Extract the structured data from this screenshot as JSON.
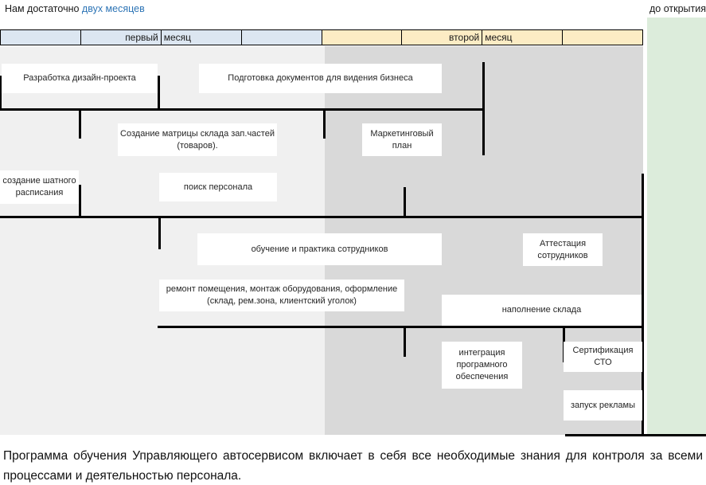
{
  "colors": {
    "header_blue": "#dce6f1",
    "header_cream": "#fcecc4",
    "month1_bg": "#f0f0f0",
    "month2_bg": "#d9d9d9",
    "pre_opening_green": "#dcecdb",
    "note_highlight_blue": "#2e75b6",
    "line_black": "#000000"
  },
  "top_note": {
    "prefix": "Нам достаточно ",
    "highlight": "двух месяцев"
  },
  "pre_opening_label": "до открытия",
  "timeline_header": {
    "month1_word1": "первый",
    "month1_word2": "месяц",
    "month2_word1": "второй",
    "month2_word2": "месяц"
  },
  "tasks": [
    {
      "id": "design-project",
      "label": "Разработка дизайн-проекта"
    },
    {
      "id": "business-documents",
      "label": "Подготовка документов для видения бизнеса"
    },
    {
      "id": "warehouse-matrix",
      "label": "Создание матрицы склада зап.частей (товаров)."
    },
    {
      "id": "marketing-plan",
      "label": "Маркетинговый план"
    },
    {
      "id": "staff-schedule",
      "label": "создание шатного расписания"
    },
    {
      "id": "staff-search",
      "label": "поиск персонала"
    },
    {
      "id": "staff-training",
      "label": "обучение и практика сотрудников"
    },
    {
      "id": "staff-attestation",
      "label": "Аттестация сотрудников"
    },
    {
      "id": "premises-repair",
      "label": "ремонт помещения, монтаж оборудования, оформление (склад, рем.зона, клиентский уголок)"
    },
    {
      "id": "warehouse-filling",
      "label": "наполнение склада"
    },
    {
      "id": "software-integration",
      "label": "интеграция програмного обеспечения"
    },
    {
      "id": "sto-certification",
      "label": "Сертификация СТО"
    },
    {
      "id": "ads-launch",
      "label": "запуск рекламы"
    }
  ],
  "footer_text": "Программа обучения Управляющего автосервисом включает в себя все необходимые знания для контроля за всеми процессами и деятельностью персонала."
}
